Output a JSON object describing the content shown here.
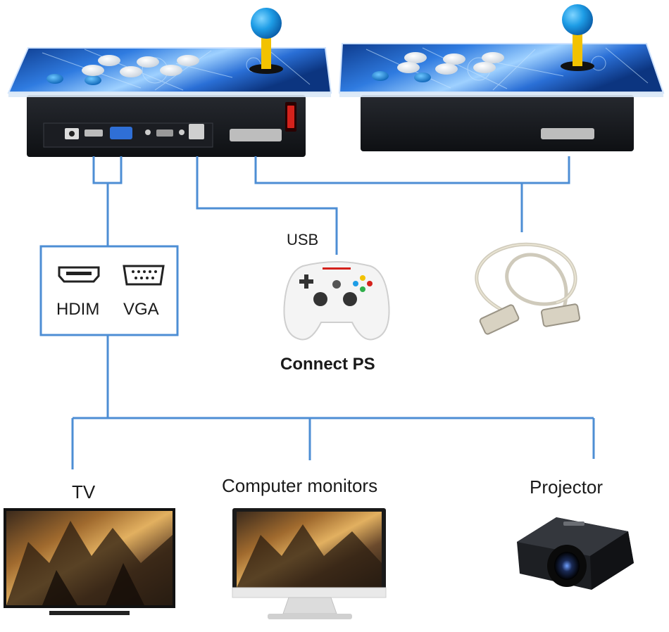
{
  "diagram": {
    "output_box": {
      "hdmi_label": "HDIM",
      "vga_label": "VGA"
    },
    "usb_label": "USB",
    "gamepad_label": "Connect PS",
    "displays": {
      "tv_label": "TV",
      "monitor_label": "Computer monitors",
      "projector_label": "Projector"
    }
  },
  "colors": {
    "connector_line": "#4d8ed4",
    "panel_art": "#1f5fc4",
    "console_body": "#15171c",
    "joystick_ball": "#1e9de6",
    "joystick_stick": "#f2c200",
    "power_switch": "#d4221c"
  },
  "icons": [
    "hdmi-port-icon",
    "vga-port-icon",
    "gamepad-icon",
    "serial-cable-icon",
    "tv-icon",
    "monitor-icon",
    "projector-icon"
  ]
}
